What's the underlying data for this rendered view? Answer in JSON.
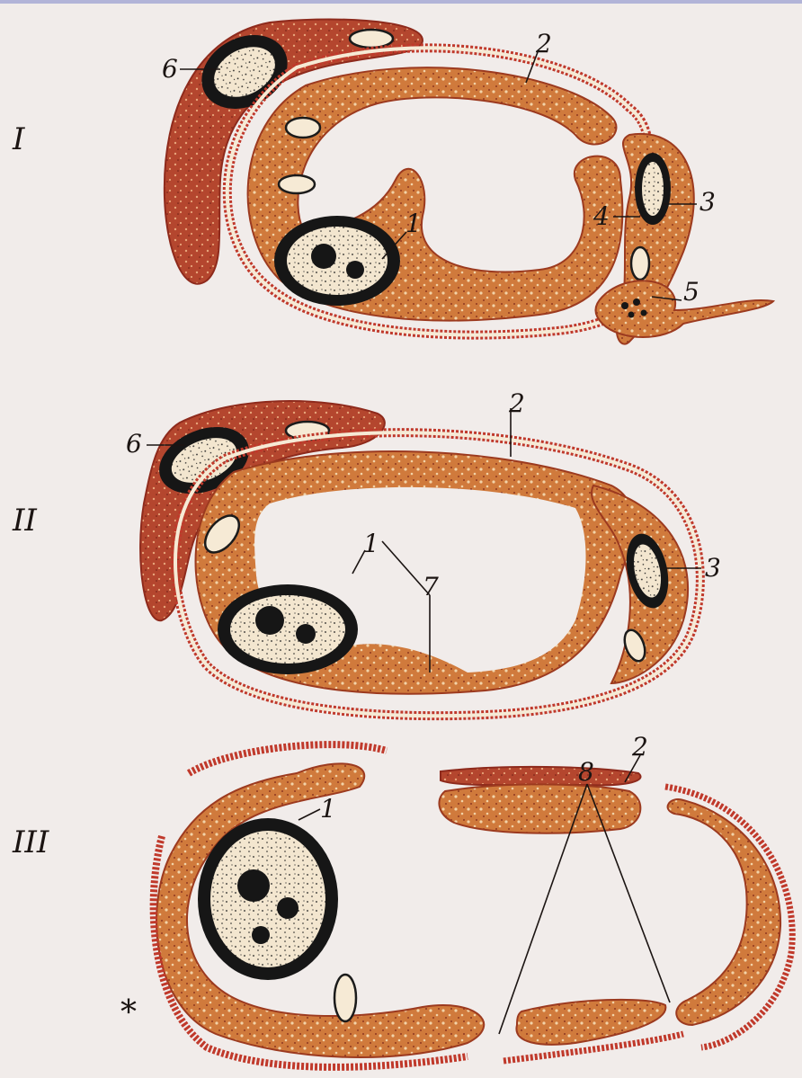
{
  "panels": [
    {
      "id": "I",
      "label": "I"
    },
    {
      "id": "II",
      "label": "II"
    },
    {
      "id": "III",
      "label": "III"
    }
  ],
  "labels": {
    "panel1": [
      "6",
      "2",
      "1",
      "3",
      "4",
      "5"
    ],
    "panel2": [
      "6",
      "2",
      "3",
      "1",
      "7"
    ],
    "panel3": [
      "2",
      "1",
      "8"
    ]
  },
  "asterisk": "*",
  "colors": {
    "background": "#f1ecea",
    "cytoplasm": "#d07a3c",
    "cytoplasm_dark": "#b0462e",
    "membrane_red": "#c0392b",
    "basement_cream": "#f6ead5",
    "nucleus_rim": "#1a1a1a",
    "nucleus_inner": "#f3e6cf",
    "granule": "#e9c9a3",
    "text_faint": "#c9c3c4"
  }
}
